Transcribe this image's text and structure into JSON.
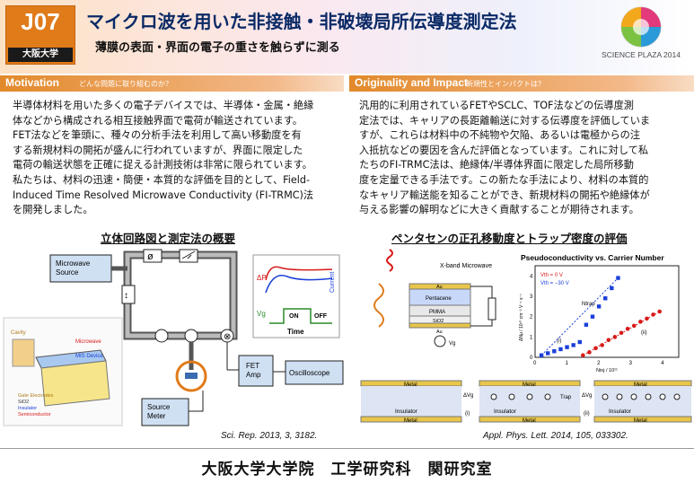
{
  "header": {
    "id": "J07",
    "university": "大阪大学",
    "title": "マイクロ波を用いた非接触・非破壊局所伝導度測定法",
    "subtitle": "薄膜の表面・界面の電子の重さを触らずに測る",
    "logo_text": "SCIENCE PLAZA 2014"
  },
  "sections": {
    "motivation": {
      "title": "Motivation",
      "subtitle": "どんな問題に取り組むのか？",
      "lines": [
        "半導体材料を用いた多くの電子デバイスでは、半導体・金属・絶縁",
        "体などから構成される相互接触界面で電荷が輸送されています。",
        "FET法などを筆頭に、種々の分析手法を利用して高い移動度を有",
        "する新規材料の開拓が盛んに行われていますが、界面に限定した",
        "電荷の輸送状態を正確に捉える計測技術は非常に限られています。",
        "私たちは、材料の迅速・簡便・本質的な評価を目的として、Field-",
        "Induced Time Resolved Microwave Conductivity (FI-TRMC)法",
        "を開発しました。"
      ]
    },
    "originality": {
      "title": "Originality and Impact",
      "subtitle": "新規性とインパクトは？",
      "lines": [
        "汎用的に利用されているFETやSCLC、TOF法などの伝導度測",
        "定法では、キャリアの長距離輸送に対する伝導度を評価していま",
        "すが、これらは材料中の不純物や欠陥、あるいは電極からの注",
        "入抵抗などの要因を含んだ評価となっています。これに対して私",
        "たちのFI-TRMC法は、絶縁体/半導体界面に限定した局所移動",
        "度を定量できる手法です。この新たな手法により、材料の本質的",
        "なキャリア輸送能を知ることができ、新規材料の開拓や絶縁体が",
        "与える影響の解明などに大きく貢献することが期待されます。"
      ]
    }
  },
  "left_figure": {
    "title": "立体回路図と測定法の概要",
    "labels": {
      "microwave_source": "Microwave\nSource",
      "fet_amp": "FET\nAmp",
      "oscilloscope": "Oscilloscope",
      "source_meter": "Source\nMeter",
      "time": "Time",
      "on": "ON",
      "off": "OFF",
      "current": "Current",
      "delta_p": "ΔP",
      "vg": "Vg",
      "cavity": "Cavity",
      "microwave": "Microwave",
      "mis_device": "MIS Device",
      "gate_electrodes": "Gate Electrodes",
      "sio2": "SiO2",
      "insulator": "Insulator",
      "semiconductor": "Semiconductor"
    },
    "citation": "Sci. Rep. 2013, 3, 3182."
  },
  "right_figure": {
    "title": "ペンタセンの正孔移動度とトラップ密度の評価",
    "device_labels": {
      "xband": "X-band Microwave",
      "au_top": "Au",
      "pentacene": "Pentacene",
      "pmma": "PMMA",
      "sio2": "SiO2",
      "au_bottom": "Au",
      "vg": "Vg"
    },
    "chart_title": "Pseudoconductivity vs. Carrier Number",
    "legend": [
      "Vth = 0 V",
      "Vth = −30 V"
    ],
    "annotations": [
      "(i)",
      "(ii)",
      "Ntrap"
    ],
    "ylabel": "ΔNμ / 10¹⁰ cm⁻² V⁻¹ s⁻¹",
    "xlabel": "Ninj / 10¹¹",
    "xticks": [
      "0",
      "1",
      "2",
      "3",
      "4"
    ],
    "yticks": [
      "0",
      "1",
      "2",
      "3",
      "4"
    ],
    "band_labels": {
      "metal": "Metal",
      "insulator": "Insulator",
      "trap": "Trap",
      "dvg": "ΔVg",
      "i": "(i)",
      "ii": "(ii)"
    },
    "citation": "Appl. Phys. Lett. 2014, 105, 033302."
  },
  "footer": {
    "affiliation": "大阪大学大学院　工学研究科　関研究室"
  },
  "colors": {
    "accent": "#e07b1a",
    "title_blue": "#0a2a66",
    "series_blue": "#1a3fd8",
    "series_red": "#d81a1a"
  },
  "chart_data": {
    "type": "scatter",
    "title": "Pseudoconductivity vs. Carrier Number",
    "xlabel": "Ninj / 10¹¹",
    "ylabel": "ΔNμ / 10¹⁰ cm⁻² V⁻¹ s⁻¹",
    "xlim": [
      0,
      4.5
    ],
    "ylim": [
      0,
      4.5
    ],
    "series": [
      {
        "name": "Vth = 0 V",
        "color": "#d81a1a",
        "x": [
          1.5,
          1.7,
          1.9,
          2.1,
          2.3,
          2.5,
          2.7,
          2.9,
          3.1,
          3.3,
          3.5,
          3.7,
          3.9
        ],
        "y": [
          0.1,
          0.25,
          0.45,
          0.6,
          0.85,
          1.0,
          1.2,
          1.4,
          1.55,
          1.75,
          1.9,
          2.1,
          2.25
        ]
      },
      {
        "name": "Vth = −30 V",
        "color": "#1a3fd8",
        "x": [
          0.2,
          0.4,
          0.6,
          0.8,
          1.0,
          1.2,
          1.4,
          1.6,
          1.8,
          2.0,
          2.2,
          2.4,
          2.6
        ],
        "y": [
          0.1,
          0.2,
          0.3,
          0.4,
          0.5,
          0.6,
          0.75,
          1.6,
          2.0,
          2.5,
          2.9,
          3.4,
          3.9
        ]
      }
    ]
  }
}
